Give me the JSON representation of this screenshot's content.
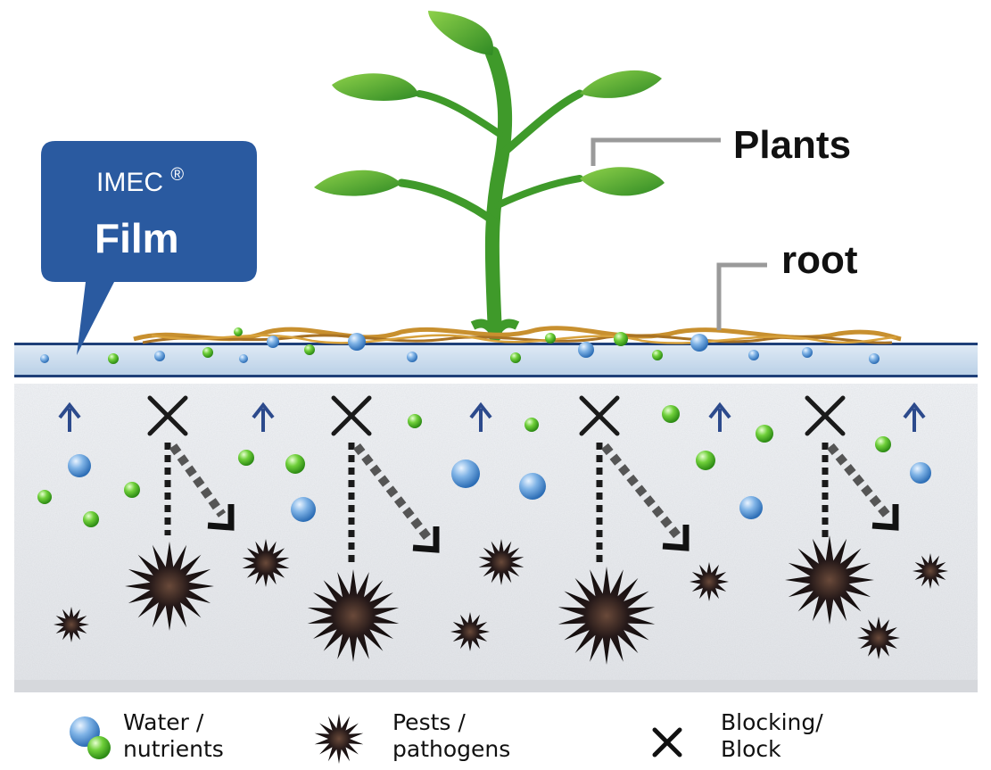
{
  "callout": {
    "line1": "IMEC",
    "registered_mark": "®",
    "line2": "Film",
    "color": "#2a5aa0"
  },
  "labels": {
    "plants": "Plants",
    "root": "root"
  },
  "legend": {
    "water_nutrients": {
      "line1": "Water /",
      "line2": "nutrients",
      "icon": "water-nutrient-droplets-icon"
    },
    "pests_pathogens": {
      "line1": "Pests /",
      "line2": "pathogens",
      "icon": "pest-burst-icon"
    },
    "blocking": {
      "line1": "Blocking/",
      "line2": "Block",
      "icon": "cross-icon"
    }
  },
  "colors": {
    "plant_green": "#3f9a2a",
    "film_blue": "#c9dcee",
    "film_border": "#1e3f78",
    "soil": "#ececec",
    "water_blue": "#4a8fd4",
    "nutrient_green": "#4fb324",
    "pest_dark": "#1a1414",
    "arrow_up": "#2c4a8c"
  }
}
